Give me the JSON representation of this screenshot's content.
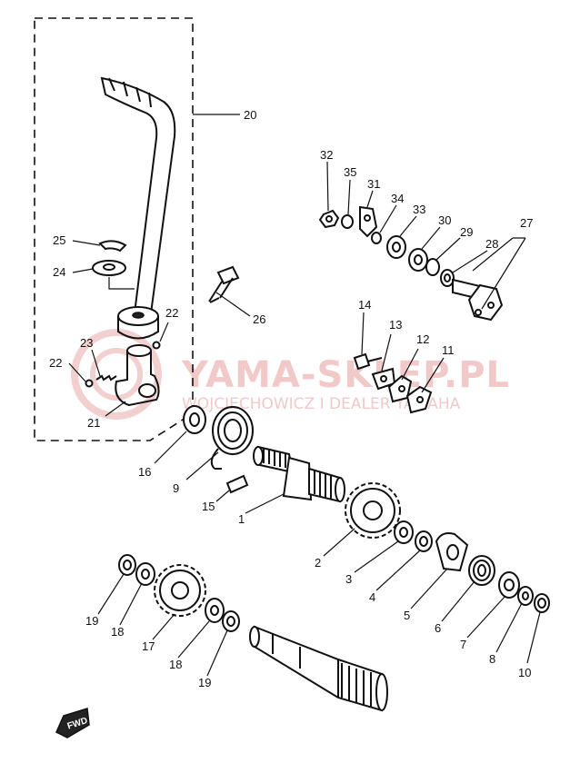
{
  "watermark": {
    "title": "YAMA-SKLEP.PL",
    "subtitle": "WOJCIECHOWICZ I DEALER YAMAHA",
    "color": "#f1c9c9"
  },
  "direction_label": "FWD",
  "callouts": {
    "c1": "1",
    "c2": "2",
    "c3": "3",
    "c4": "4",
    "c5": "5",
    "c6": "6",
    "c7": "7",
    "c8": "8",
    "c9": "9",
    "c10": "10",
    "c11": "11",
    "c12": "12",
    "c13": "13",
    "c14": "14",
    "c15": "15",
    "c16": "16",
    "c17": "17",
    "c18a": "18",
    "c18b": "18",
    "c19a": "19",
    "c19b": "19",
    "c20": "20",
    "c21": "21",
    "c22a": "22",
    "c22b": "22",
    "c23": "23",
    "c24": "24",
    "c25": "25",
    "c26": "26",
    "c27": "27",
    "c28": "28",
    "c29": "29",
    "c30": "30",
    "c31": "31",
    "c32": "32",
    "c33": "33",
    "c34": "34",
    "c35": "35"
  }
}
